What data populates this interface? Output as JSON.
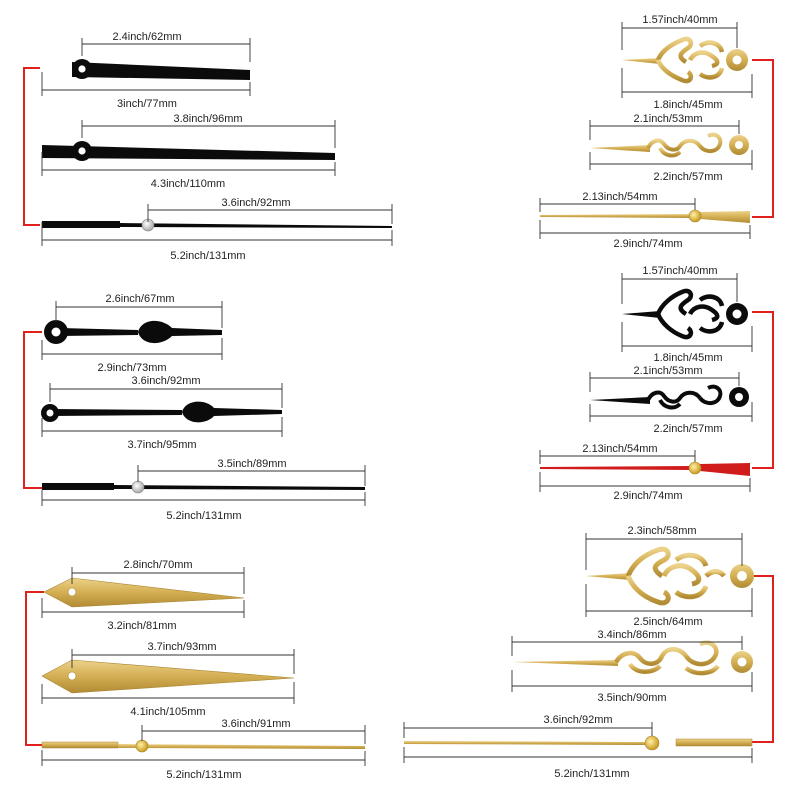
{
  "colors": {
    "black_hand": "#0b0b0b",
    "gold_hand": "#d8b45a",
    "gold_dark": "#b08a2e",
    "red_hand": "#d11c1c",
    "bracket": "#e0201c",
    "dimension_line": "#333333"
  },
  "sets": [
    {
      "name": "black-straight-set",
      "color": "black",
      "hands": [
        {
          "kind": "hour",
          "top_label": "2.4inch/62mm",
          "bottom_label": "3inch/77mm"
        },
        {
          "kind": "minute",
          "top_label": "3.8inch/96mm",
          "bottom_label": "4.3inch/110mm"
        },
        {
          "kind": "second",
          "top_label": "3.6inch/92mm",
          "bottom_label": "5.2inch/131mm"
        }
      ]
    },
    {
      "name": "black-spade-set",
      "color": "black",
      "hands": [
        {
          "kind": "hour",
          "top_label": "2.6inch/67mm",
          "bottom_label": "2.9inch/73mm"
        },
        {
          "kind": "minute",
          "top_label": "3.6inch/92mm",
          "bottom_label": "3.7inch/95mm"
        },
        {
          "kind": "second",
          "top_label": "3.5inch/89mm",
          "bottom_label": "5.2inch/131mm"
        }
      ]
    },
    {
      "name": "gold-sword-set",
      "color": "gold",
      "hands": [
        {
          "kind": "hour",
          "top_label": "2.8inch/70mm",
          "bottom_label": "3.2inch/81mm"
        },
        {
          "kind": "minute",
          "top_label": "3.7inch/93mm",
          "bottom_label": "4.1inch/105mm"
        },
        {
          "kind": "second",
          "top_label": "3.6inch/91mm",
          "bottom_label": "5.2inch/131mm"
        }
      ]
    },
    {
      "name": "gold-ornate-small-set",
      "color": "gold",
      "hands": [
        {
          "kind": "hour",
          "top_label": "1.57inch/40mm",
          "bottom_label": "1.8inch/45mm"
        },
        {
          "kind": "minute",
          "top_label": "2.1inch/53mm",
          "bottom_label": "2.2inch/57mm"
        },
        {
          "kind": "second",
          "top_label": "2.13inch/54mm",
          "bottom_label": "2.9inch/74mm"
        }
      ]
    },
    {
      "name": "black-ornate-small-set",
      "color": "black",
      "hands": [
        {
          "kind": "hour",
          "top_label": "1.57inch/40mm",
          "bottom_label": "1.8inch/45mm"
        },
        {
          "kind": "minute",
          "top_label": "2.1inch/53mm",
          "bottom_label": "2.2inch/57mm"
        },
        {
          "kind": "second",
          "top_label": "2.13inch/54mm",
          "bottom_label": "2.9inch/74mm"
        }
      ]
    },
    {
      "name": "gold-ornate-large-set",
      "color": "gold",
      "hands": [
        {
          "kind": "hour",
          "top_label": "2.3inch/58mm",
          "bottom_label": "2.5inch/64mm"
        },
        {
          "kind": "minute",
          "top_label": "3.4inch/86mm",
          "bottom_label": "3.5inch/90mm"
        },
        {
          "kind": "second",
          "top_label": "3.6inch/92mm",
          "bottom_label": "5.2inch/131mm"
        }
      ]
    }
  ]
}
